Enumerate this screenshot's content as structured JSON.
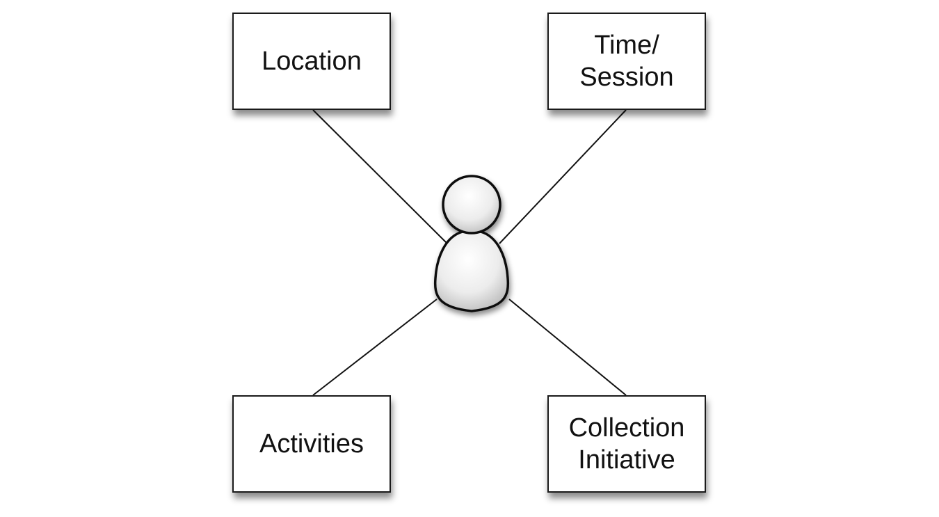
{
  "nodes": [
    {
      "id": "location",
      "label": "Location"
    },
    {
      "id": "time",
      "label": "Time/\nSession"
    },
    {
      "id": "activities",
      "label": "Activities"
    },
    {
      "id": "collection",
      "label": "Collection\nInitiative"
    }
  ],
  "center": {
    "icon": "person-icon"
  },
  "colors": {
    "stroke": "#111111",
    "box_fill": "#ffffff",
    "person_fill_light": "#ffffff",
    "person_fill_dark": "#c8c8c8"
  }
}
